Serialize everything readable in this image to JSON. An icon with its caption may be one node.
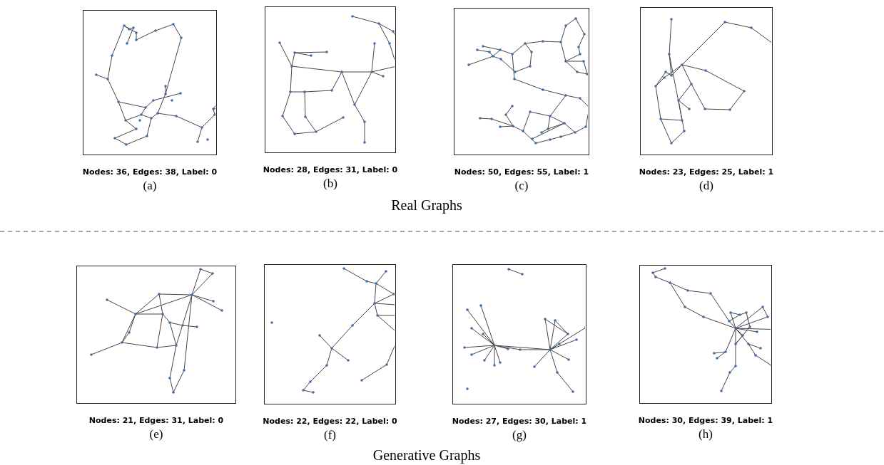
{
  "diagram": {
    "nodes": [
      {
        "text": [],
        "shape": "box",
        "beside": [
          "Nodes: 36, Edges: 38, Label: 0",
          "(a)"
        ]
      },
      {
        "text": [],
        "shape": "box",
        "beside": [
          "Nodes: 28, Edges: 31, Label: 0",
          "(b)"
        ]
      },
      {
        "text": [],
        "shape": "box",
        "beside": [
          "Nodes: 50, Edges: 55, Label: 1",
          "(c)"
        ]
      },
      {
        "text": [],
        "shape": "box",
        "beside": [
          "Nodes: 23, Edges: 25, Label: 1",
          "(d)"
        ]
      },
      {
        "text": [],
        "shape": "box",
        "beside": [
          "Nodes: 21, Edges: 31, Label: 0",
          "(e)"
        ]
      },
      {
        "text": [],
        "shape": "box",
        "beside": [
          "Nodes: 22, Edges: 22, Label: 0",
          "(f)"
        ]
      },
      {
        "text": [],
        "shape": "box",
        "beside": [
          "Nodes: 27, Edges: 30, Label: 1",
          "(g)"
        ]
      },
      {
        "text": [],
        "shape": "box",
        "beside": [
          "Nodes: 30, Edges: 39, Label: 1",
          "(h)"
        ]
      }
    ],
    "labels": [
      "Real Graphs",
      "Generative Graphs"
    ]
  }
}
